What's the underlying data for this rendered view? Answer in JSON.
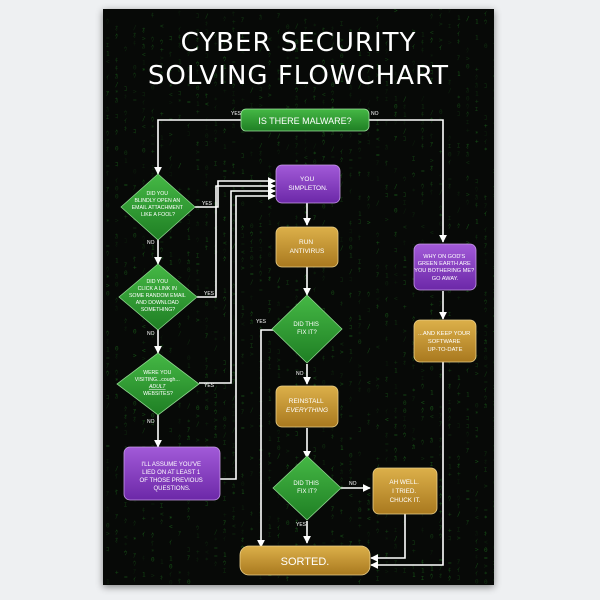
{
  "title": {
    "line1": "CYBER SECURITY",
    "line2": "SOLVING FLOWCHART"
  },
  "nodes": {
    "malware": "IS THERE MALWARE?",
    "email": [
      "DID YOU",
      "BLINDLY OPEN AN",
      "EMAIL ATTACHMENT",
      "LIKE A FOOL?"
    ],
    "link": [
      "DID YOU",
      "CLICK A LINK IN",
      "SOME RANDOM EMAIL",
      "AND DOWNLOAD",
      "SOMETHING?"
    ],
    "visiting": [
      "WERE YOU",
      "VISITING...cough...",
      "ADULT",
      "WEBSITES?"
    ],
    "assume": [
      "I'LL ASSUME YOU'VE",
      "LIED ON AT LEAST 1",
      "OF THOSE PREVIOUS",
      "QUESTIONS."
    ],
    "simpleton": [
      "YOU",
      "SIMPLETON."
    ],
    "antivirus": [
      "RUN",
      "ANTIVIRUS"
    ],
    "fix1": [
      "DID THIS",
      "FIX IT?"
    ],
    "reinstall": [
      "REINSTALL",
      "EVERYTHING"
    ],
    "fix2": [
      "DID THIS",
      "FIX IT?"
    ],
    "ahwell": [
      "AH WELL.",
      "I TRIED.",
      "CHUCK IT."
    ],
    "sorted": "SORTED.",
    "bothering": [
      "WHY ON GOD'S",
      "GREEN EARTH ARE",
      "YOU BOTHERING ME?",
      "GO AWAY."
    ],
    "keep": [
      "...AND KEEP YOUR",
      "SOFTWARE",
      "UP-TO-DATE"
    ]
  },
  "edge_labels": {
    "yes": "YES",
    "no": "NO"
  },
  "colors": {
    "background": "#070907",
    "matrix": "#1f7a1f",
    "green_node": "#2e9a2e",
    "purple_node": "#8a3fc4",
    "gold_node": "#c99a2e",
    "arrow": "#ffffff"
  }
}
